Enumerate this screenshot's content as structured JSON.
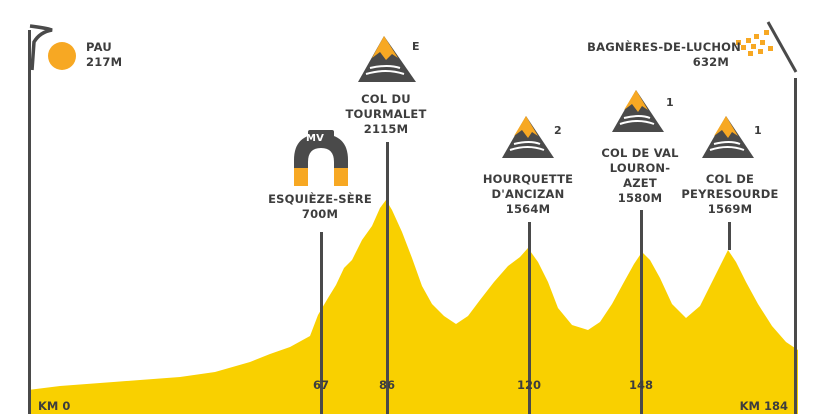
{
  "start": {
    "name": "PAU",
    "altitude": "217M"
  },
  "finish": {
    "name": "BAGNÈRES-DE-LUCHON",
    "altitude": "632M"
  },
  "points": [
    {
      "name": "ESQUIÈZE-SÈRE",
      "altitude": "700M",
      "km": "67",
      "badge": "MV"
    },
    {
      "name_lines": [
        "COL DU",
        "TOURMALET"
      ],
      "altitude": "2115M",
      "km": "86",
      "category": "E"
    },
    {
      "name_lines": [
        "HOURQUETTE",
        "D'ANCIZAN"
      ],
      "altitude": "1564M",
      "km": "120",
      "category": "2"
    },
    {
      "name_lines": [
        "COL DE VAL",
        "LOURON-",
        "AZET"
      ],
      "altitude": "1580M",
      "km": "148",
      "category": "1"
    },
    {
      "name_lines": [
        "COL DE",
        "PEYRESOURDE"
      ],
      "altitude": "1569M",
      "km": "",
      "category": "1"
    }
  ],
  "axis": {
    "start_label": "KM 0",
    "end_label": "KM 184"
  },
  "colors": {
    "profile": "#f9d000",
    "dark": "#4a4a4a",
    "orange": "#f7a823",
    "start_dot": "#f7a823"
  }
}
